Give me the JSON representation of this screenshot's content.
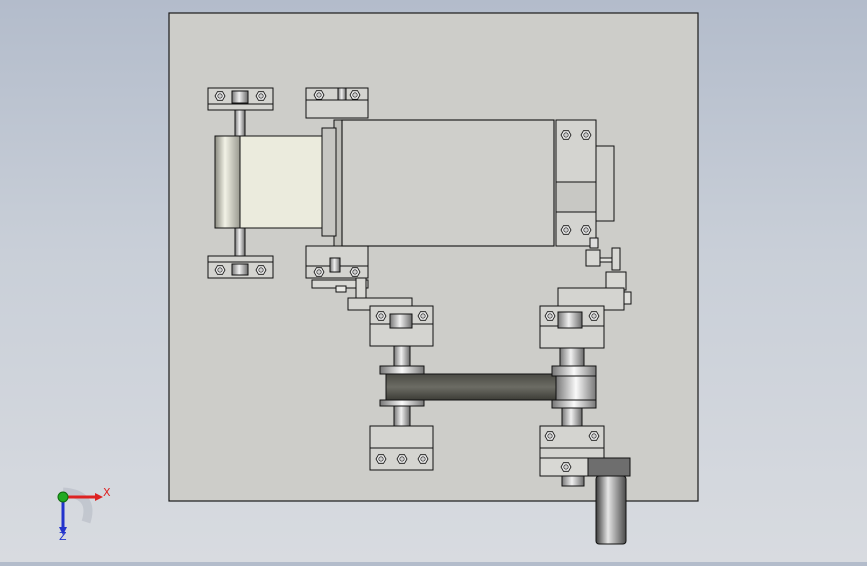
{
  "viewport": {
    "background_top": "#b3bccb",
    "background_bottom": "#d8dbe0",
    "plate_color": "#cdcdc9",
    "edge_color": "#1a1a1a"
  },
  "model": {
    "plate": "base-plate",
    "roller": "roller-drum",
    "motor": "motor-housing",
    "belt": "timing-belt",
    "pulley": "timing-pulley",
    "bolt": "hex-bolt",
    "cylinder": "cylinder-rod"
  },
  "triad": {
    "x_label": "X",
    "z_label": "Z",
    "x_color": "#dd2222",
    "y_color": "#22aa22",
    "z_color": "#2233cc"
  }
}
